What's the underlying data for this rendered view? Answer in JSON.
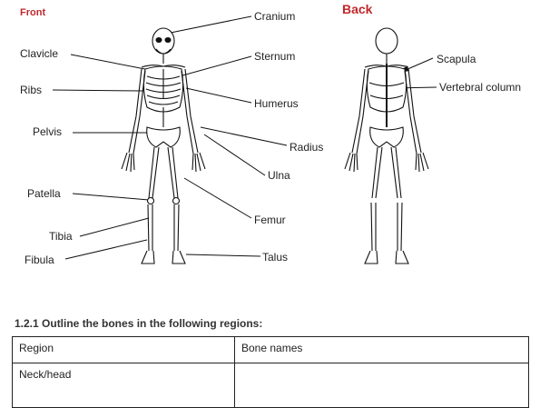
{
  "front_heading": "Front",
  "back_heading": "Back",
  "front_labels": {
    "cranium": "Cranium",
    "clavicle": "Clavicle",
    "sternum": "Sternum",
    "ribs": "Ribs",
    "humerus": "Humerus",
    "pelvis": "Pelvis",
    "radius": "Radius",
    "ulna": "Ulna",
    "patella": "Patella",
    "femur": "Femur",
    "tibia": "Tibia",
    "fibula": "Fibula",
    "talus": "Talus"
  },
  "back_labels": {
    "scapula": "Scapula",
    "vertebral_column": "Vertebral column"
  },
  "question": "1.2.1 Outline the bones in the following regions:",
  "table": {
    "headers": [
      "Region",
      "Bone names"
    ],
    "rows": [
      [
        "Neck/head",
        ""
      ]
    ]
  },
  "colors": {
    "heading_red": "#c0282c",
    "line": "#111111"
  }
}
